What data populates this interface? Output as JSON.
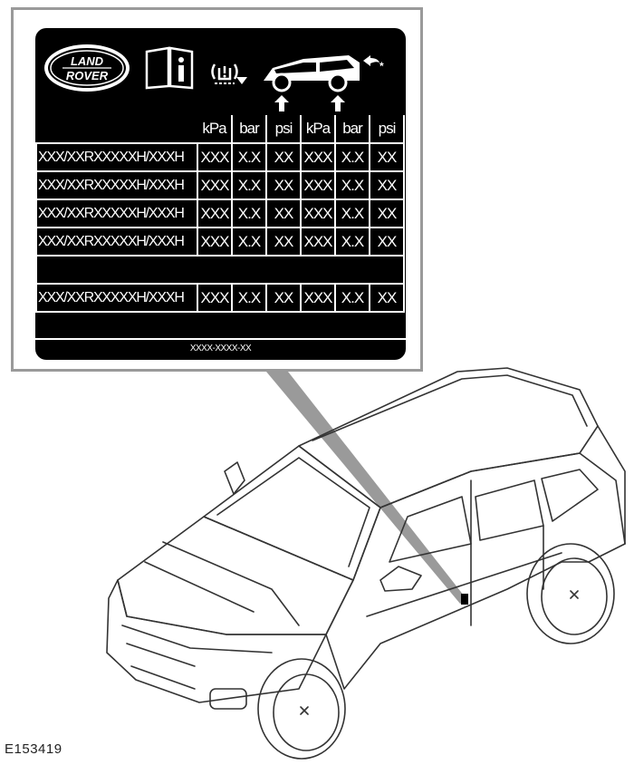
{
  "brand": {
    "line1": "LAND",
    "line2": "ROVER"
  },
  "icons": [
    "land-rover-logo",
    "owners-manual-info-icon",
    "tpms-warning-icon",
    "car-load-icon",
    "arrow-up-icon"
  ],
  "asterisk": "*",
  "table": {
    "units": [
      "kPa",
      "bar",
      "psi",
      "kPa",
      "bar",
      "psi"
    ],
    "rows": [
      {
        "size": "XXX/XXRXXXXXH/XXXH",
        "v": [
          "XXX",
          "X.X",
          "XX",
          "XXX",
          "X.X",
          "XX"
        ]
      },
      {
        "size": "XXX/XXRXXXXXH/XXXH",
        "v": [
          "XXX",
          "X.X",
          "XX",
          "XXX",
          "X.X",
          "XX"
        ]
      },
      {
        "size": "XXX/XXRXXXXXH/XXXH",
        "v": [
          "XXX",
          "X.X",
          "XX",
          "XXX",
          "X.X",
          "XX"
        ]
      },
      {
        "size": "XXX/XXRXXXXXH/XXXH",
        "v": [
          "XXX",
          "X.X",
          "XX",
          "XXX",
          "X.X",
          "XX"
        ]
      },
      {
        "size": "XXX/XXRXXXXXH/XXXH",
        "v": [
          "XXX",
          "X.X",
          "XX",
          "XXX",
          "X.X",
          "XX"
        ]
      }
    ]
  },
  "footer_code": "XXXX-XXXX-XX",
  "figure_id": "E153419"
}
